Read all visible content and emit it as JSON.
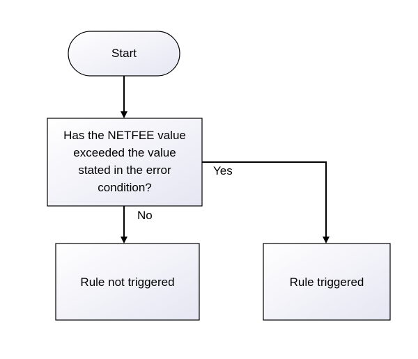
{
  "diagram": {
    "type": "flowchart",
    "nodes": {
      "start": {
        "shape": "terminal",
        "label": "Start"
      },
      "decision": {
        "shape": "process",
        "lines": [
          "Has the NETFEE value",
          "exceeded the value",
          "stated in the error",
          "condition?"
        ]
      },
      "not_triggered": {
        "shape": "process",
        "label": "Rule not triggered"
      },
      "triggered": {
        "shape": "process",
        "label": "Rule triggered"
      }
    },
    "edges": {
      "start_to_decision": {
        "from": "start",
        "to": "decision",
        "label": ""
      },
      "decision_no": {
        "from": "decision",
        "to": "not_triggered",
        "label": "No"
      },
      "decision_yes": {
        "from": "decision",
        "to": "triggered",
        "label": "Yes"
      }
    },
    "colors": {
      "stroke": "#000000",
      "fill_top": "#ffffff",
      "fill_bottom": "#e8e8f4",
      "text": "#000000"
    }
  }
}
